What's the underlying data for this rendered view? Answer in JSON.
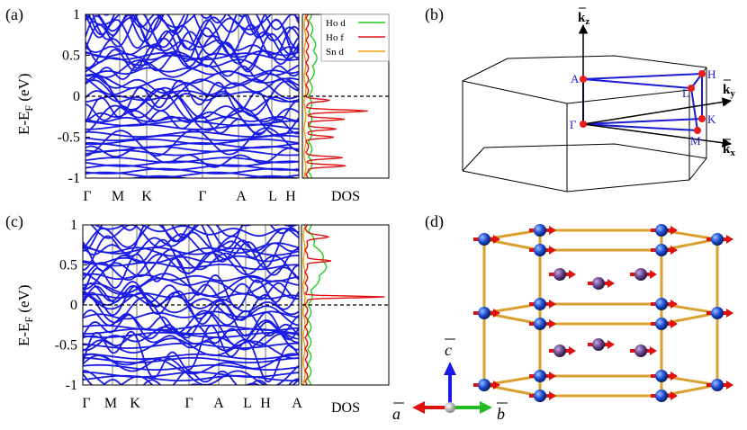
{
  "panels": {
    "a": {
      "label": "(a)",
      "ylabel_main": "E-E",
      "ylabel_sub": "F",
      "ylabel_tail": " (eV)",
      "yticks": [
        "1",
        "0.5",
        "0",
        "-0.5",
        "-1"
      ],
      "xticks": [
        "Γ",
        "M",
        "K",
        "Γ",
        "A",
        "L",
        "H"
      ],
      "dos_label": "DOS",
      "legend": [
        {
          "name": "Ho d",
          "color": "#22cc22"
        },
        {
          "name": "Ho f",
          "color": "#e01010"
        },
        {
          "name": "Sn d",
          "color": "#f0a000"
        }
      ]
    },
    "b": {
      "label": "(b)",
      "points": [
        "A",
        "H",
        "L",
        "Γ",
        "K",
        "M"
      ],
      "axes": {
        "kz": "k",
        "kz_sub": "z",
        "ky": "k",
        "ky_sub": "y",
        "kx": "k",
        "kx_sub": "x"
      }
    },
    "c": {
      "label": "(c)",
      "ylabel_main": "E-E",
      "ylabel_sub": "F",
      "ylabel_tail": " (eV)",
      "yticks": [
        "1",
        "0.5",
        "0",
        "-0.5",
        "-1"
      ],
      "xticks": [
        "Γ",
        "M",
        "K",
        "Γ",
        "A",
        "L",
        "H",
        "A"
      ],
      "dos_label": "DOS"
    },
    "d": {
      "label": "(d)",
      "axes": {
        "a": "a",
        "b": "b",
        "c": "c"
      }
    }
  },
  "colors": {
    "band": "#1a1ae6",
    "fermi": "#000000",
    "ho_d": "#22cc22",
    "ho_f": "#e01010",
    "sn_d": "#f0a000",
    "bz_edge": "#1b1bd0",
    "bz_point": "#e81c1c",
    "bond": "#d9a030",
    "atom_blue": "#1d4fd6",
    "atom_purple": "#6a4a8a",
    "moment": "#e01010"
  }
}
